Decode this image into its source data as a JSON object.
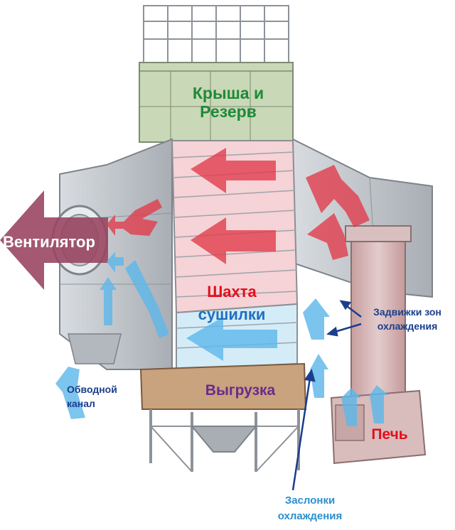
{
  "labels": {
    "roof": "Крыша и Резерв",
    "fan": "Вентилятор",
    "shaft_line1": "Шахта",
    "shaft_line2": "сушилки",
    "cooling_gates": "Задвижки зон охлаждения",
    "bypass": "Обводной канал",
    "unload": "Выгрузка",
    "furnace": "Печь",
    "cooling_dampers": "Заслонки охлаждения"
  },
  "colors": {
    "roof_panel": "#c9d8b6",
    "roof_text": "#1e8a3a",
    "hot_air": "#e23a4a",
    "hot_zone": "#f6d3d6",
    "cool_air": "#5fb8ea",
    "cool_zone": "#d3ecf8",
    "unload_panel": "#c9a27e",
    "unload_text": "#6a2a8a",
    "fan_arrow": "#9a4662",
    "furnace_body": "#d9bcbc",
    "steel": "#b9bec4",
    "label_blue_dark": "#1a3e8c",
    "label_blue_light": "#2a8fd0"
  }
}
